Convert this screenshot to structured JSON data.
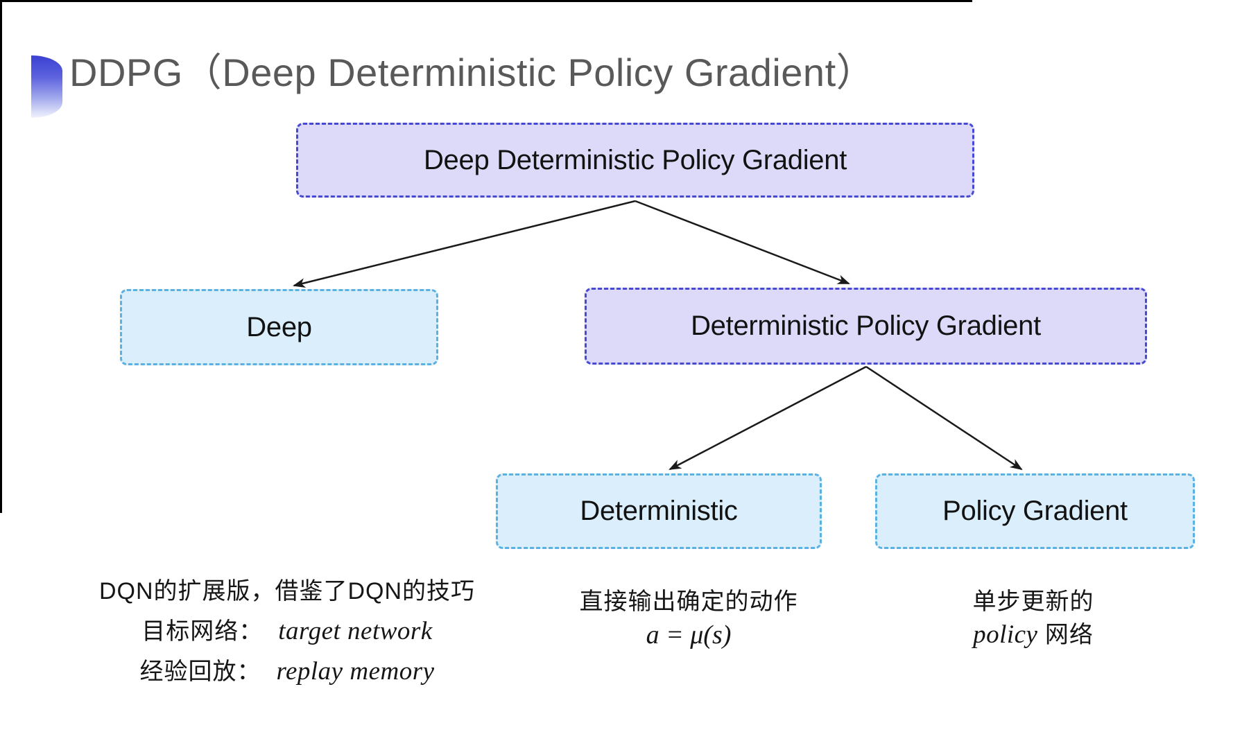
{
  "slide": {
    "title": "DDPG（Deep Deterministic Policy Gradient）"
  },
  "diagram": {
    "nodes": {
      "root": {
        "label": "Deep Deterministic Policy Gradient",
        "style": "lavender"
      },
      "deep": {
        "label": "Deep",
        "style": "cyan"
      },
      "dpg": {
        "label": "Deterministic Policy Gradient",
        "style": "lavender"
      },
      "deterministic": {
        "label": "Deterministic",
        "style": "cyan"
      },
      "policy_gradient": {
        "label": "Policy Gradient",
        "style": "cyan"
      }
    },
    "edges": [
      {
        "from": "root",
        "to": "deep"
      },
      {
        "from": "root",
        "to": "dpg"
      },
      {
        "from": "dpg",
        "to": "deterministic"
      },
      {
        "from": "dpg",
        "to": "policy_gradient"
      }
    ]
  },
  "annotations": {
    "deep": {
      "line1": "DQN的扩展版，借鉴了DQN的技巧",
      "line2_label": "目标网络：",
      "line2_term": "target network",
      "line3_label": "经验回放：",
      "line3_term": "replay memory"
    },
    "deterministic": {
      "line1": "直接输出确定的动作",
      "formula": "a = μ(s)"
    },
    "policy_gradient": {
      "line1": "单步更新的",
      "line2_term": "policy",
      "line2_rest": " 网络"
    }
  },
  "colors": {
    "lavender_fill": "#dcdaf8",
    "lavender_border": "#4649d2",
    "cyan_fill": "#daeefb",
    "cyan_border": "#5bb1e2",
    "title_text": "#595959",
    "node_text": "#121212",
    "arrow": "#1a1a1a",
    "bullet_gradient_top": "#3a40d2",
    "bullet_gradient_bottom": "#f2f3fd"
  }
}
